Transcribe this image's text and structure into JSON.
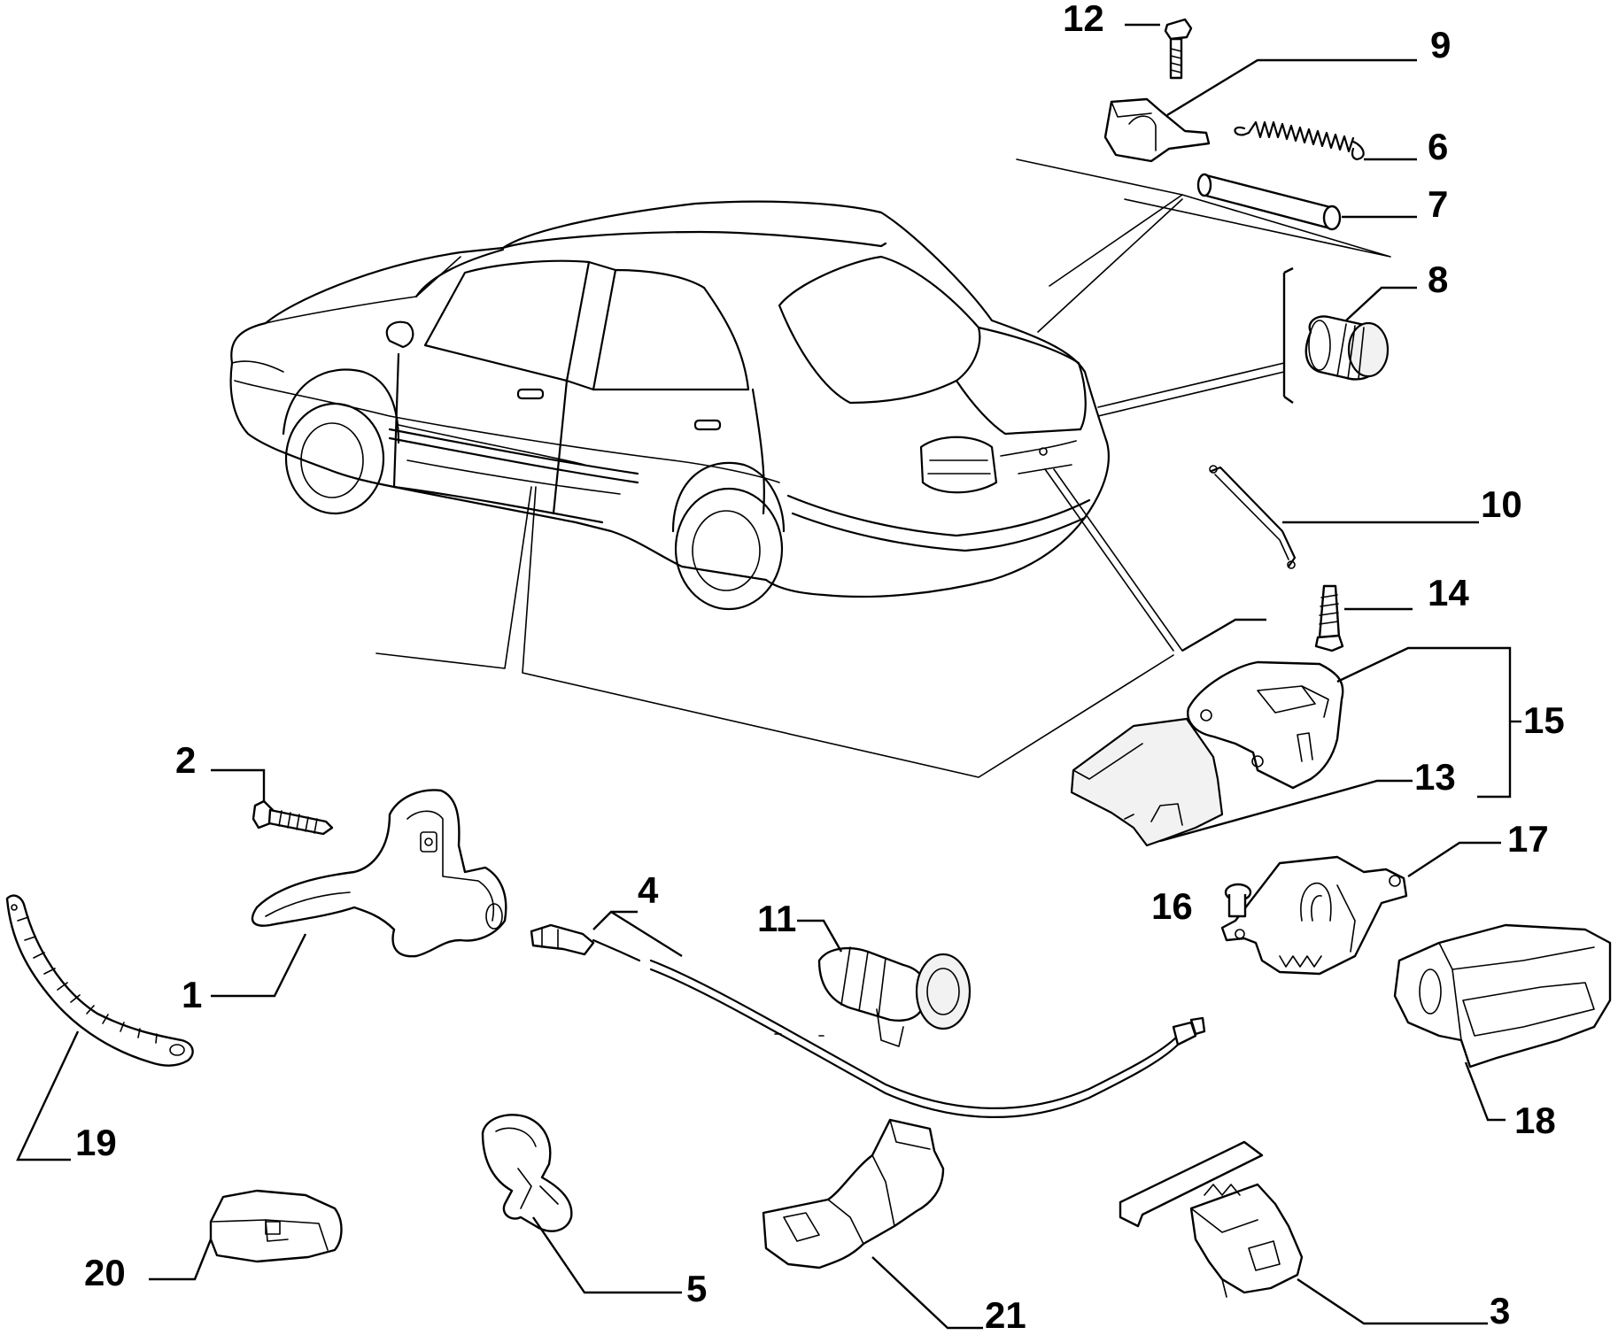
{
  "diagram": {
    "callouts": [
      "12",
      "9",
      "6",
      "7",
      "8",
      "10",
      "14",
      "15",
      "13",
      "17",
      "16",
      "18",
      "2",
      "1",
      "4",
      "11",
      "19",
      "20",
      "5",
      "21",
      "3"
    ],
    "colors": {
      "ink": "#000000",
      "paper": "#ffffff",
      "fill_light": "#f2f2f2"
    }
  }
}
